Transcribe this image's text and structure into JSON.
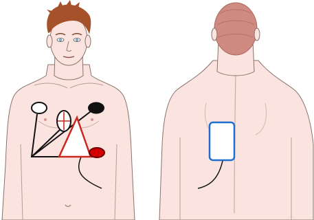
{
  "figures": {
    "front": {
      "view": "front",
      "icon": "torso-front-figure"
    },
    "back": {
      "view": "back",
      "icon": "torso-back-figure"
    }
  },
  "electrodes": [
    {
      "name": "electrode-white",
      "fill": "#ffffff",
      "stroke": "#111111"
    },
    {
      "name": "electrode-black",
      "fill": "#111111",
      "stroke": "#111111"
    },
    {
      "name": "electrode-red",
      "fill": "#d40000",
      "stroke": "#6b0000"
    },
    {
      "name": "electrode-neutral",
      "fill": "#ffffff",
      "stroke": "#111111"
    }
  ],
  "overlay_colors": {
    "triangle": "#c8281e",
    "cable": "#111111",
    "back_pad": "#1f6fd0"
  },
  "skin_color": "#fbe4df",
  "hair_front_color": "#a5512a",
  "hair_back_color": "#cf8a82"
}
